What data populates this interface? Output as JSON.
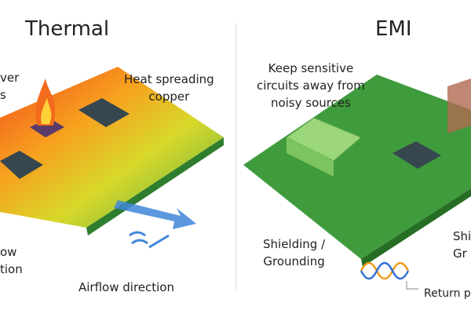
{
  "thermal": {
    "title": "Thermal",
    "power_label_line1": "ver",
    "power_label_line2": "s",
    "heat_label_line1": "Heat spreading",
    "heat_label_line2": "copper",
    "airflow_left_line1": "ow",
    "airflow_left_line2": "tion",
    "airflow_label": "Airflow direction"
  },
  "emi": {
    "title": "EMI",
    "keep_line1": "Keep sensitive",
    "keep_line2": "circuits away from",
    "keep_line3": "noisy sources",
    "shield_line1": "Shielding /",
    "shield_line2": "Grounding",
    "shield_right_line1": "Shi",
    "shield_right_line2": "Gr",
    "return_label": "Return p"
  }
}
